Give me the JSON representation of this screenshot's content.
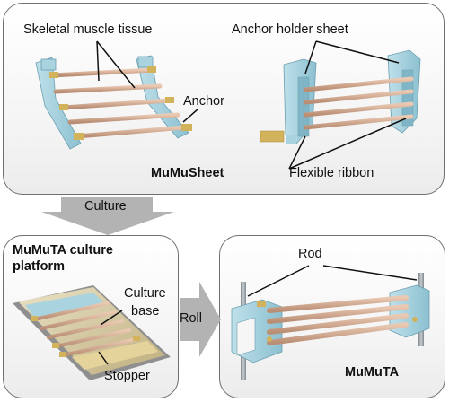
{
  "top_panel": {
    "label_tissue": "Skeletal muscle tissue",
    "label_holder": "Anchor holder sheet",
    "label_anchor": "Anchor",
    "label_ribbon": "Flexible ribbon",
    "title": "MuMuSheet"
  },
  "arrow_culture": {
    "label": "Culture"
  },
  "arrow_roll": {
    "label": "Roll"
  },
  "bottom_left_panel": {
    "title_line1": "MuMuTA culture",
    "title_line2": "platform",
    "label_culture_line1": "Culture",
    "label_culture_line2": "base",
    "label_stopper": "Stopper"
  },
  "bottom_right_panel": {
    "label_rod": "Rod",
    "title": "MuMuTA"
  },
  "colors": {
    "holder": "#a9d3df",
    "holder_dark": "#7fb5c6",
    "tissue": "#d9b39a",
    "anchor": "#d2b25a",
    "base": "#cdbb8c",
    "arrow": "#b3b3b3",
    "rod": "#9aa3a8"
  }
}
